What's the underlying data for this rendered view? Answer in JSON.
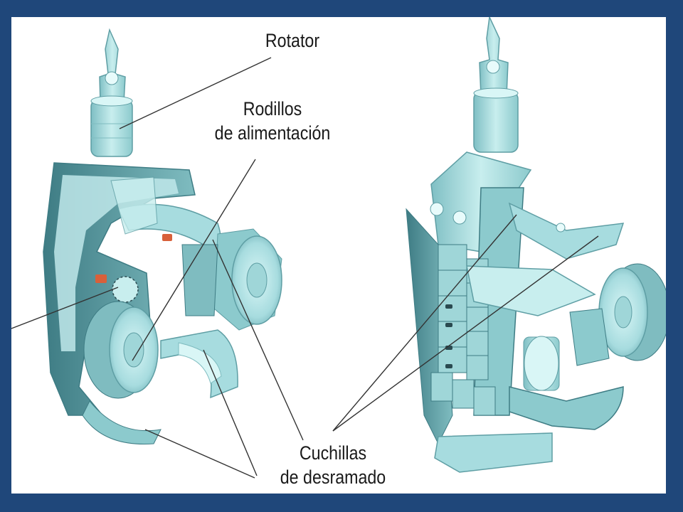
{
  "labels": {
    "rotator": "Rotator",
    "feed_rollers": [
      "Rodillos",
      "de alimentación"
    ],
    "delimbing_knives": [
      "Cuchillas",
      "de desramado"
    ]
  },
  "colors": {
    "frame": "#1f477a",
    "body_light": "#c8eeee",
    "body_mid": "#9fd6d8",
    "body_dark": "#5e9ea4",
    "accent_red": "#d8603a",
    "leader_line": "#333333"
  },
  "icons": [
    "harvester-head-left-illustration",
    "harvester-head-right-illustration"
  ]
}
